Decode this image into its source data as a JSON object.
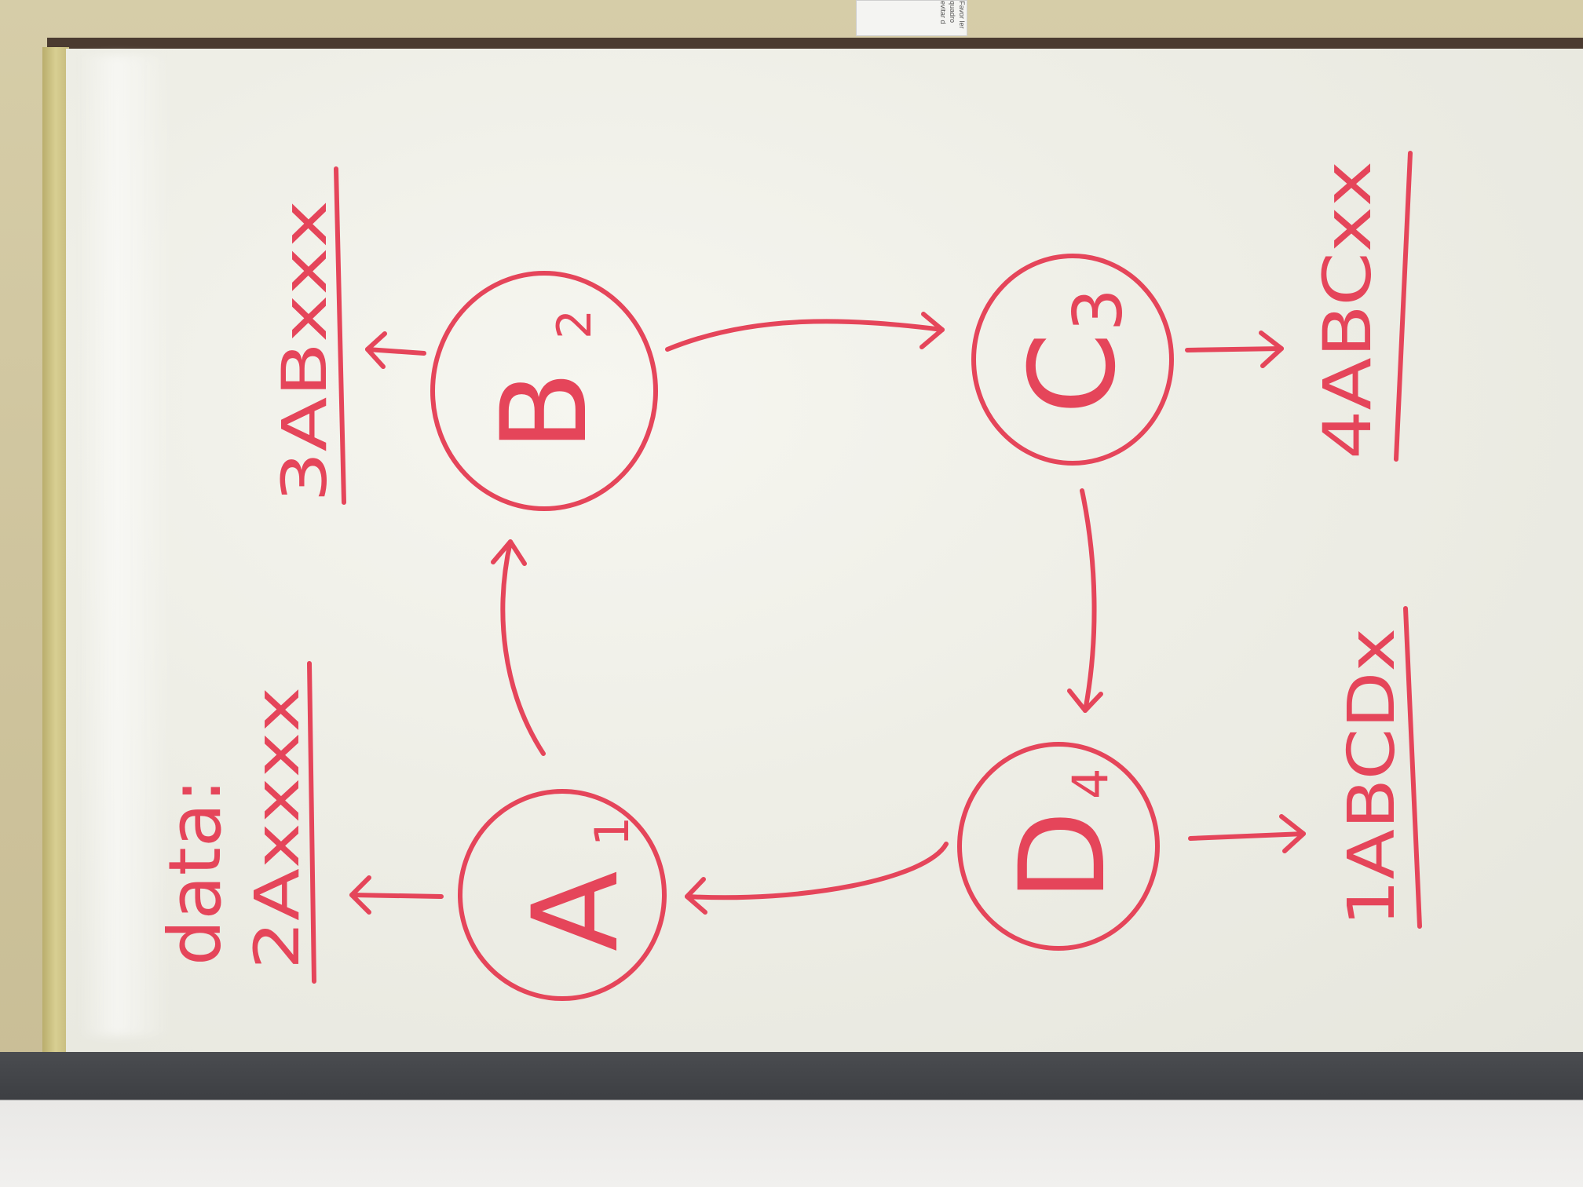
{
  "photo": {
    "subject": "whiteboard",
    "orientation": "rotated 90 degrees",
    "ink_color": "#e5455a",
    "board_color": "#eeeee6",
    "frame_color": "#4b3b30"
  },
  "notice": {
    "lines": [
      "Favor ler",
      "quadro",
      "evitar d"
    ]
  },
  "whiteboard": {
    "heading": "data:",
    "nodes": [
      {
        "letter": "A",
        "number": "1"
      },
      {
        "letter": "B",
        "number": "2"
      },
      {
        "letter": "C",
        "number": "3"
      },
      {
        "letter": "D",
        "number": "4"
      }
    ],
    "labels": {
      "A": "2Axxxx",
      "B": "3ABxxx",
      "C": "4ABCxx",
      "D": "1ABCDx"
    }
  }
}
